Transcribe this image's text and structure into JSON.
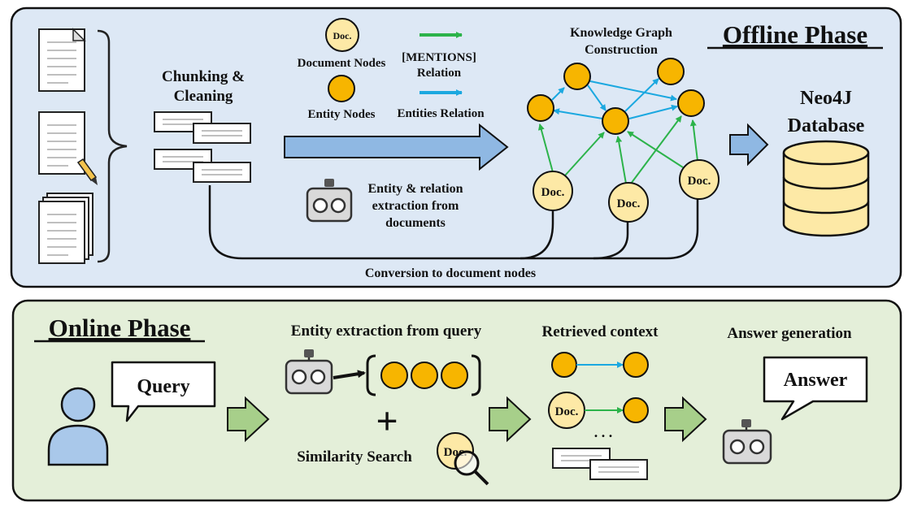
{
  "offline": {
    "title": "Offline Phase",
    "chunking_title_1": "Chunking &",
    "chunking_title_2": "Cleaning",
    "legend_doc_node_glyph": "Doc.",
    "legend_document_nodes": "Document Nodes",
    "legend_entity_nodes": "Entity Nodes",
    "legend_mentions_1": "[MENTIONS]",
    "legend_mentions_2": "Relation",
    "legend_entities_relation": "Entities Relation",
    "extraction_1": "Entity & relation",
    "extraction_2": "extraction from",
    "extraction_3": "documents",
    "kg_title_1": "Knowledge Graph",
    "kg_title_2": "Construction",
    "doc_node_label": "Doc.",
    "db_title_1": "Neo4J",
    "db_title_2": "Database",
    "conversion_label": "Conversion to document nodes"
  },
  "online": {
    "title": "Online Phase",
    "query_label": "Query",
    "entity_extraction_label": "Entity extraction from query",
    "plus_sign": "+",
    "similarity_label": "Similarity Search",
    "similarity_doc_label": "Doc.",
    "retrieved_label": "Retrieved context",
    "retrieved_doc_label": "Doc.",
    "ellipsis": ". . .",
    "answer_generation_label": "Answer generation",
    "answer_label": "Answer"
  },
  "colors": {
    "offline_bg": "#dde8f5",
    "online_bg": "#e4efd9",
    "entity_node": "#f7b500",
    "doc_node": "#fde9a6",
    "mentions_arrow": "#2cb34a",
    "entity_arrow": "#1ba8e0",
    "big_arrow_blue": "#8fb8e3",
    "big_arrow_green": "#a7cf8a"
  },
  "icons": {
    "document": "document-icon",
    "robot": "robot-icon",
    "user": "user-icon",
    "database": "database-icon",
    "magnifier": "magnifier-icon"
  }
}
